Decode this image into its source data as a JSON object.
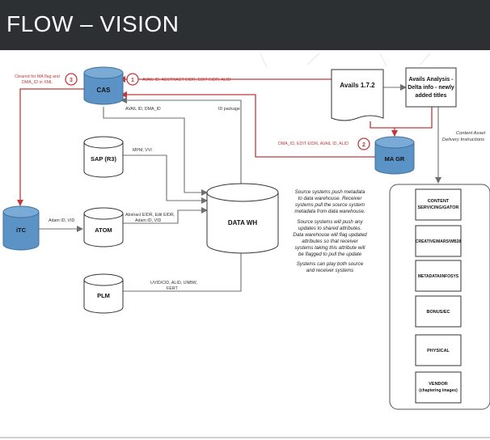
{
  "title": "FLOW – VISION",
  "colors": {
    "header_bg": "#2c3033",
    "db_blue": "#5b93c6",
    "red": "#c0393b",
    "gray_line": "#8a8a8a"
  },
  "nodes": {
    "cas": "CAS",
    "sap": "SAP (R3)",
    "atom": "ATOM",
    "plm": "PLM",
    "itc": "iTC",
    "data_wh": "DATA WH",
    "avails": "Avails 1.7.2",
    "avails_analysis": [
      "Avails Analysis -",
      "Delta info - newly",
      "added titles"
    ],
    "ma_gr": "MA GR"
  },
  "edge_labels": {
    "cleared": [
      "Cleared for MA flag and",
      "DMA_ID in XML"
    ],
    "avail_id_row": "AVAIL ID, ABSTRACT EIDR, EDIT EIDR, ALID",
    "avail_dma": "AVAIL ID, DMA_ID",
    "id_package": "ID package",
    "dma_row": "DMA_ID, EDIT EIDR, AVAIL ID, ALID",
    "mpm_vvi": "MPM, VVI",
    "adam_id_vid": "Adam ID, VID",
    "abstract_eidr": [
      "Abstract EIDR, Edit EIDR,",
      "Adam ID, VID"
    ],
    "uvid": [
      "UVID/CID, ALID, UNBW,",
      "FERT"
    ],
    "content_asset": [
      "Content Asset",
      "Delivery Instructions"
    ]
  },
  "badges": [
    "1",
    "2",
    "3"
  ],
  "note": [
    "Source systems push metadata",
    "to data warehouse.  Receiver",
    "systems pull  the source system",
    "metadata from data warehouse.",
    "",
    "Source systems will push any",
    "updates to shared attributes.",
    "Data warehouse will flag updated",
    "attributes so that receiver",
    "systems taking this attribute will",
    "be flagged to pull the update",
    "",
    "Systems can play both source",
    "and receiver systems"
  ],
  "vendors": [
    [
      "CONTENT",
      "SERVICING/GATOR"
    ],
    [
      "CREATIVE/MARS/WB28"
    ],
    [
      "METADATA/INFOSYS"
    ],
    [
      "BONUS/EC"
    ],
    [
      "PHYSICAL"
    ],
    [
      "VENDOR",
      "(chaptering images)"
    ]
  ]
}
